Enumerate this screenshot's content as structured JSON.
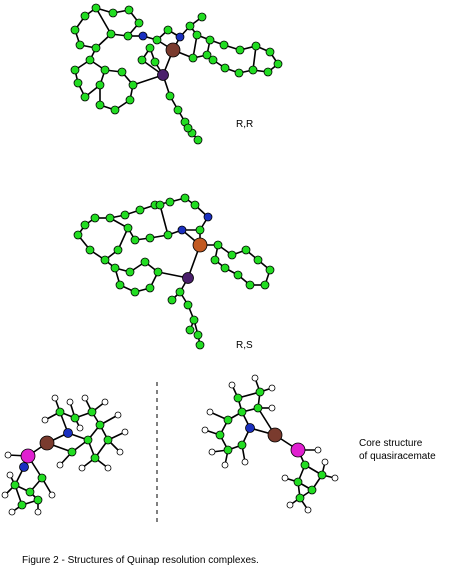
{
  "labels": {
    "rr": "R,R",
    "rs": "R,S",
    "core_line1": "Core structure",
    "core_line2": "of quasiracemate"
  },
  "caption": "Figure 2 - Structures of Quinap resolution complexes.",
  "colors": {
    "carbon": "#22dd22",
    "nitrogen": "#1a2fbf",
    "phosphorus": "#4a1f6b",
    "metal": "#7a3b2e",
    "metal_rs": "#c25a22",
    "phosphorus_core": "#e020d0",
    "hydrogen": "#ffffff",
    "bond": "#000000"
  }
}
